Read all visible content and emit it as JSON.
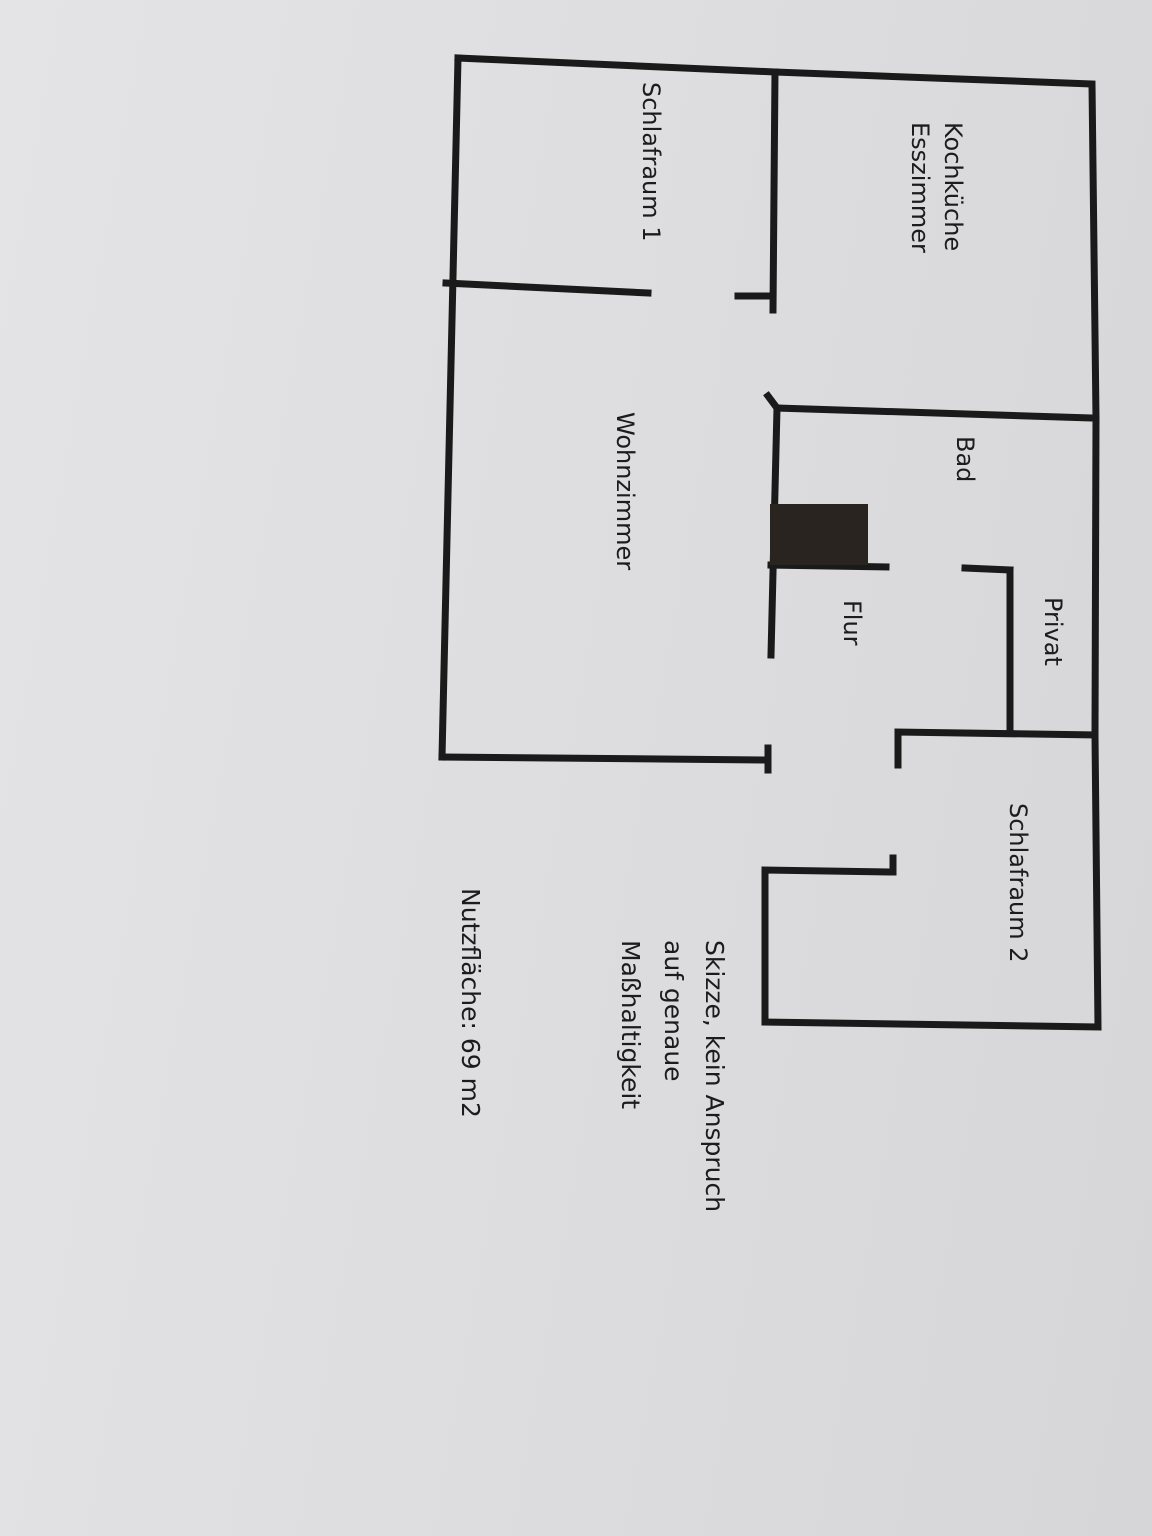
{
  "rooms": {
    "kitchen_line1": "Kochküche",
    "kitchen_line2": "Esszimmer",
    "bedroom1": "Schlafraum 1",
    "living": "Wohnzimmer",
    "bath": "Bad",
    "hall": "Flur",
    "private": "Privat",
    "bedroom2": "Schlafraum 2"
  },
  "notes": {
    "sketch_line1": "Skizze, kein Anspruch",
    "sketch_line2": "auf genaue",
    "sketch_line3": "Maßhaltigkeit",
    "area": "Nutzfläche: 69 m2"
  },
  "colors": {
    "paper": "#e2e2e4",
    "ink": "#1a1a1a"
  }
}
